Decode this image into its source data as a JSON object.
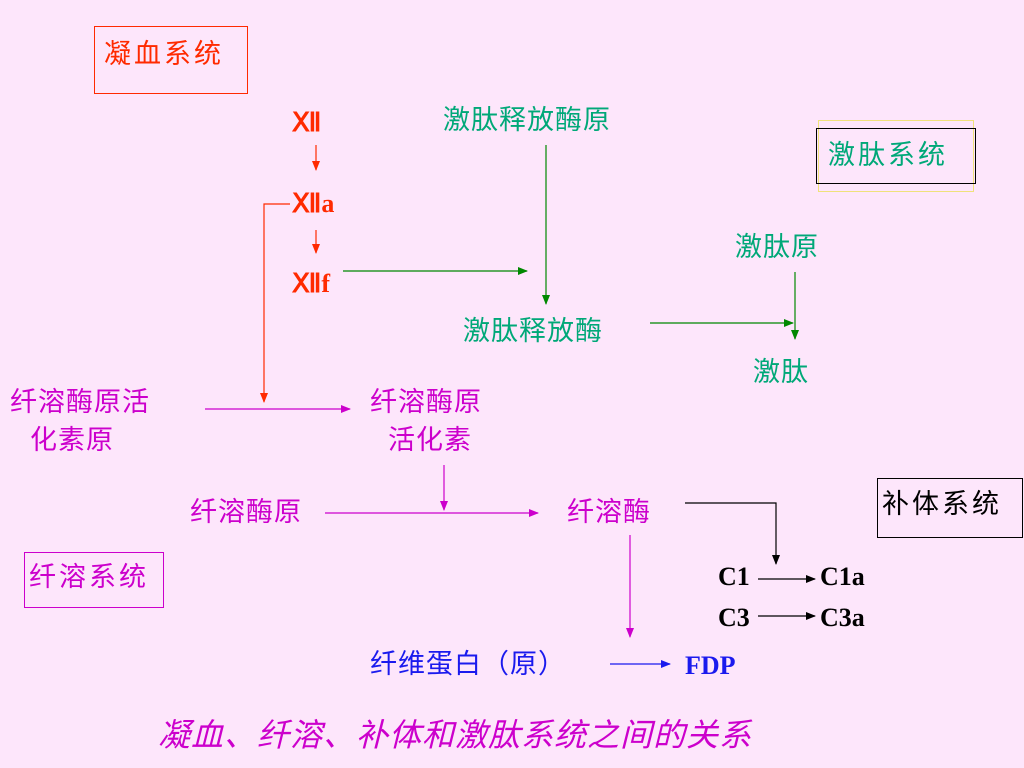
{
  "systems": {
    "coagulation": "凝血系统",
    "kinin": "激肽系统",
    "complement": "补体系统",
    "fibrinolysis": "纤溶系统"
  },
  "coagulation_chain": {
    "factor_xii": "Ⅻ",
    "factor_xiia": "Ⅻa",
    "factor_xiif": "Ⅻf"
  },
  "kinin_chain": {
    "prekallikrein": "激肽释放酶原",
    "kallikrein": "激肽释放酶",
    "kininogen": "激肽原",
    "kinin": "激肽"
  },
  "fibrinolysis_chain": {
    "proactivator_line1": "纤溶酶原活",
    "proactivator_line2": "化素原",
    "activator_line1": "纤溶酶原",
    "activator_line2": "活化素",
    "plasminogen": "纤溶酶原",
    "plasmin": "纤溶酶",
    "fibrin": "纤维蛋白（原）",
    "fdp": "FDP"
  },
  "complement_chain": {
    "c1": "C1",
    "c1a": "C1a",
    "c3": "C3",
    "c3a": "C3a"
  },
  "caption": "凝血、纤溶、补体和激肽系统之间的关系",
  "colors": {
    "background": "#fde6fb",
    "coagulation": "#ff2a00",
    "kinin": "#00a878",
    "fibrinolysis": "#cc00cc",
    "complement": "#000000",
    "fibrin": "#1a1aee"
  }
}
